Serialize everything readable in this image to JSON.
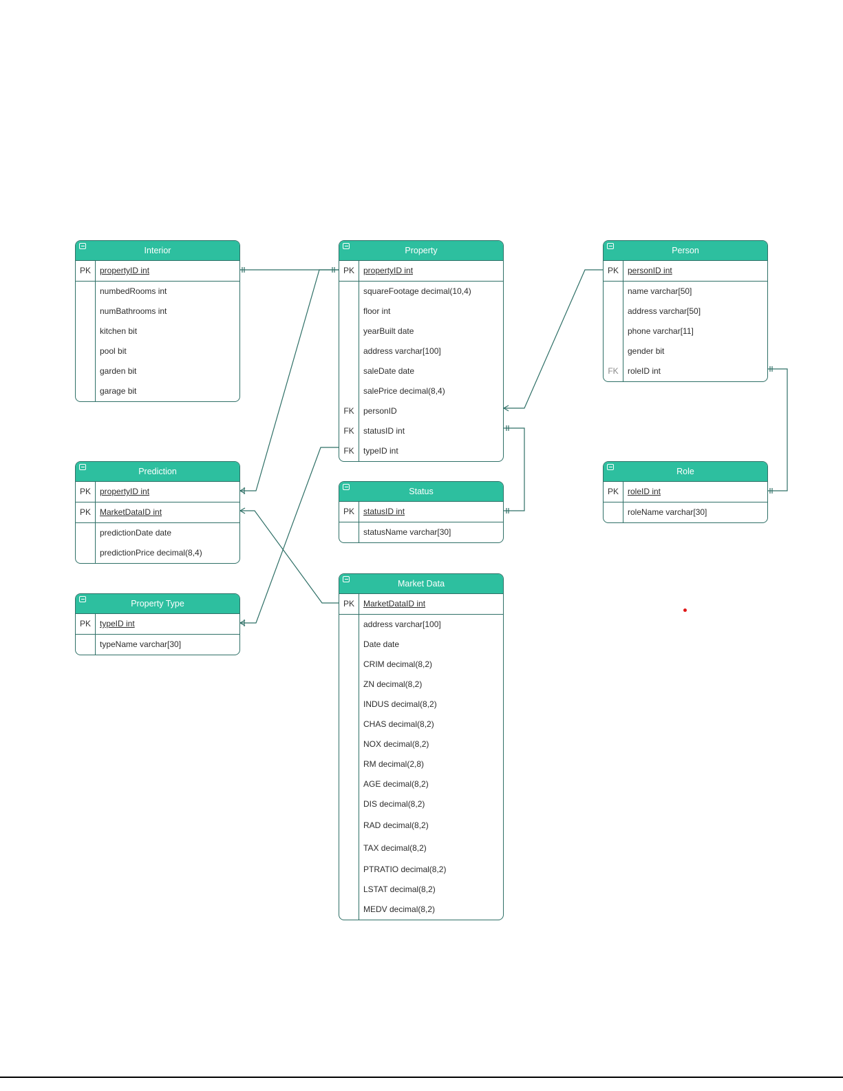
{
  "entities": {
    "interior": {
      "title": "Interior",
      "rows": [
        {
          "key": "PK",
          "field": "propertyID int"
        },
        {
          "key": "",
          "field": "numbedRooms int"
        },
        {
          "key": "",
          "field": "numBathrooms int"
        },
        {
          "key": "",
          "field": "kitchen bit"
        },
        {
          "key": "",
          "field": "pool bit"
        },
        {
          "key": "",
          "field": "garden bit"
        },
        {
          "key": "",
          "field": "garage bit"
        }
      ]
    },
    "property": {
      "title": "Property",
      "rows": [
        {
          "key": "PK",
          "field": "propertyID int"
        },
        {
          "key": "",
          "field": "squareFootage decimal(10,4)"
        },
        {
          "key": "",
          "field": "floor int"
        },
        {
          "key": "",
          "field": "yearBuilt date"
        },
        {
          "key": "",
          "field": "address varchar[100]"
        },
        {
          "key": "",
          "field": "saleDate date"
        },
        {
          "key": "",
          "field": "salePrice decimal(8,4)"
        },
        {
          "key": "FK",
          "field": "personID"
        },
        {
          "key": "FK",
          "field": "statusID int"
        },
        {
          "key": "FK",
          "field": "typeID int"
        }
      ]
    },
    "person": {
      "title": "Person",
      "rows": [
        {
          "key": "PK",
          "field": "personID int"
        },
        {
          "key": "",
          "field": "name varchar[50]"
        },
        {
          "key": "",
          "field": "address varchar[50]"
        },
        {
          "key": "",
          "field": "phone varchar[11]"
        },
        {
          "key": "",
          "field": "gender bit"
        },
        {
          "key": "FK",
          "field": "roleID int"
        }
      ]
    },
    "prediction": {
      "title": "Prediction",
      "rows": [
        {
          "key": "PK",
          "field": "propertyID int"
        },
        {
          "key": "PK",
          "field": "MarketDataID int"
        },
        {
          "key": "",
          "field": "predictionDate date"
        },
        {
          "key": "",
          "field": "predictionPrice decimal(8,4)"
        }
      ]
    },
    "status": {
      "title": "Status",
      "rows": [
        {
          "key": "PK",
          "field": "statusID int"
        },
        {
          "key": "",
          "field": "statusName varchar[30]"
        }
      ]
    },
    "role": {
      "title": "Role",
      "rows": [
        {
          "key": "PK",
          "field": "roleID int"
        },
        {
          "key": "",
          "field": "roleName varchar[30]"
        }
      ]
    },
    "property_type": {
      "title": "Property Type",
      "rows": [
        {
          "key": "PK",
          "field": "typeID int"
        },
        {
          "key": "",
          "field": "typeName varchar[30]"
        }
      ]
    },
    "market_data": {
      "title": "Market Data",
      "rows": [
        {
          "key": "PK",
          "field": "MarketDataID int"
        },
        {
          "key": "",
          "field": "address varchar[100]"
        },
        {
          "key": "",
          "field": "Date date"
        },
        {
          "key": "",
          "field": "CRIM decimal(8,2)"
        },
        {
          "key": "",
          "field": "ZN decimal(8,2)"
        },
        {
          "key": "",
          "field": "INDUS decimal(8,2)"
        },
        {
          "key": "",
          "field": "CHAS decimal(8,2)"
        },
        {
          "key": "",
          "field": "NOX decimal(8,2)"
        },
        {
          "key": "",
          "field": "RM decimal(2,8)"
        },
        {
          "key": "",
          "field": "AGE decimal(8,2)"
        },
        {
          "key": "",
          "field": "DIS decimal(8,2)"
        },
        {
          "key": "",
          "field": "RAD decimal(8,2)"
        },
        {
          "key": "",
          "field": "TAX decimal(8,2)"
        },
        {
          "key": "",
          "field": "PTRATIO decimal(8,2)"
        },
        {
          "key": "",
          "field": "LSTAT decimal(8,2)"
        },
        {
          "key": "",
          "field": "MEDV decimal(8,2)"
        }
      ]
    }
  },
  "colors": {
    "header": "#2dbf9f",
    "border": "#2e6f66",
    "marker": "#e01818"
  }
}
